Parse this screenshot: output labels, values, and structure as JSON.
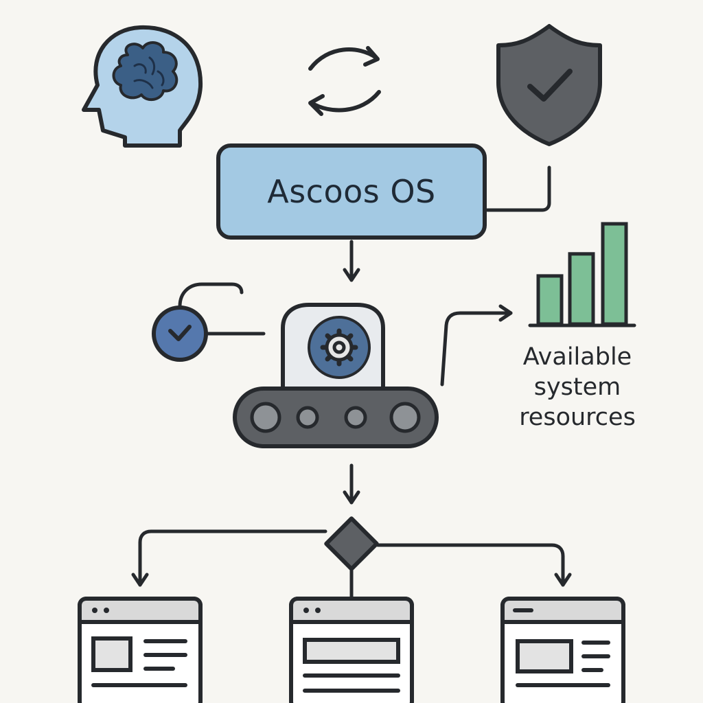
{
  "main_box": {
    "title": "Ascoos OS"
  },
  "resources": {
    "label_lines": [
      "Available",
      "system",
      "resources"
    ],
    "bar_levels": [
      0.48,
      0.7,
      1.0
    ]
  },
  "icons": {
    "brain": "head-brain-icon",
    "sync": "sync-arrows-icon",
    "shield": "shield-check-icon",
    "check": "check-circle-icon",
    "engine": "gear-conveyor-icon",
    "decision": "decision-diamond-icon",
    "chart": "bar-chart-icon",
    "window": "browser-window-icon"
  },
  "colors": {
    "stroke": "#26292d",
    "blue_fill": "#a3c9e3",
    "head_fill": "#b4d3ea",
    "dark_gray": "#5d6064",
    "green": "#7dbf96",
    "accent_blue": "#5578ad",
    "window_header": "#d9d9d9"
  }
}
